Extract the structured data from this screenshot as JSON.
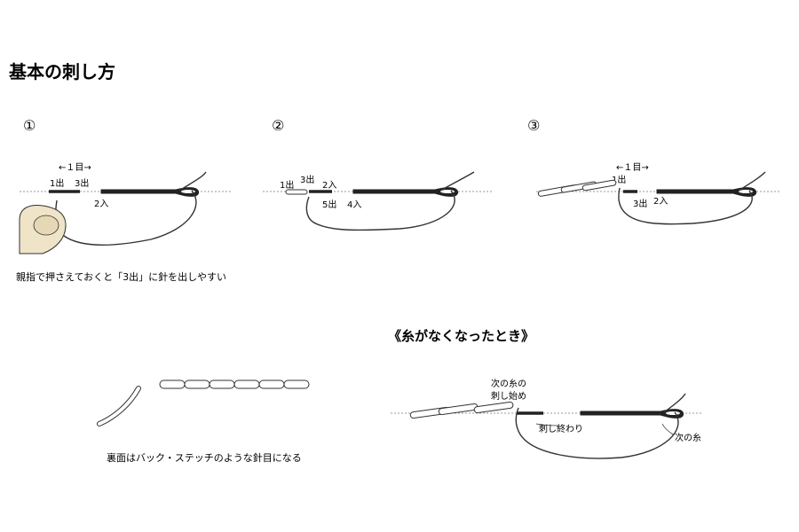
{
  "title": "基本の刺し方",
  "steps": {
    "s1": {
      "number": "①",
      "measure": "←１目→",
      "labels": {
        "out1": "1出",
        "out3": "3出",
        "in2": "2入"
      },
      "caption": "親指で押さえておくと「3出」に針を出しやすい"
    },
    "s2": {
      "number": "②",
      "labels": {
        "out1": "1出",
        "out3": "3出",
        "in2": "2入",
        "out5": "5出",
        "in4": "4入"
      }
    },
    "s3": {
      "number": "③",
      "measure": "←１目→",
      "labels": {
        "out1": "1出",
        "out3": "3出",
        "in2": "2入"
      }
    }
  },
  "back_view": {
    "caption": "裏面はバック・ステッチのような針目になる"
  },
  "thread_end": {
    "title": "《糸がなくなったとき》",
    "labels": {
      "new_start_1": "次の糸の",
      "new_start_2": "刺し始め",
      "old_end": "刺し終わり",
      "next_thread": "次の糸"
    }
  },
  "colors": {
    "thread": "#222222",
    "outline": "#333333",
    "guide": "#9a9a9a",
    "skin": "#efe4c8"
  }
}
